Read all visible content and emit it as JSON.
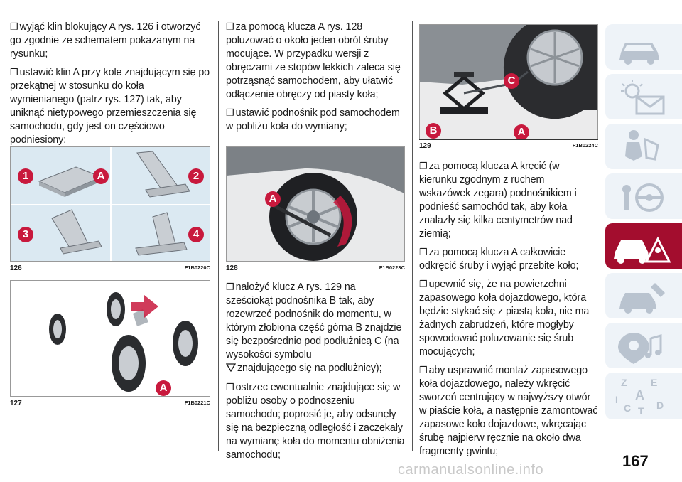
{
  "col1": {
    "p1": "wyjąć klin blokujący A rys. 126 i otworzyć go zgodnie ze schematem pokazanym na rysunku;",
    "p2": "ustawić klin A przy kole znajdującym się po przekątnej w stosunku do koła wymienianego (patrz rys. 127) tak, aby uniknąć nietypowego przemieszczenia się samochodu, gdy jest on częściowo podniesiony;"
  },
  "col2": {
    "p1": "za pomocą klucza A rys. 128 poluzować o około jeden obrót śruby mocujące. W przypadku wersji z obręczami ze stopów lekkich zaleca się potrząsnąć samochodem, aby ułatwić odłączenie obręczy od piasty koła;",
    "p2": "ustawić podnośnik pod samochodem w pobliżu koła do wymiany;",
    "p3a": "nałożyć klucz A rys. 129 na sześciokąt podnośnika B tak, aby rozewrzeć podnośnik do momentu, w którym żłobiona część górna B znajdzie się bezpośrednio pod podłużnicą C (na wysokości symbolu",
    "p3b": "znajdującego się na podłużnicy);",
    "p4": "ostrzec ewentualnie znajdujące się w pobliżu osoby o podnoszeniu samochodu; poprosić je, aby odsunęły się na bezpieczną odległość i zaczekały na wymianę koła do momentu obniżenia samochodu;"
  },
  "col3": {
    "p1": "za pomocą klucza A kręcić (w kierunku zgodnym z ruchem wskazówek zegara) podnośnikiem i podnieść samochód tak, aby koła znalazły się kilka centymetrów nad ziemią;",
    "p2": "za pomocą klucza A całkowicie odkręcić śruby i wyjąć przebite koło;",
    "p3": "upewnić się, że na powierzchni zapasowego koła dojazdowego, która będzie stykać się z piastą koła, nie ma żadnych zabrudzeń, które mogłyby spowodować poluzowanie się śrub mocujących;",
    "p4": "aby usprawnić montaż zapasowego koła dojazdowego, należy wkręcić sworzeń centrujący w najwyższy otwór w piaście koła, a następnie zamontować zapasowe koło dojazdowe, wkręcając śrubę najpierw ręcznie na około dwa fragmenty gwintu;"
  },
  "bullet": "❒",
  "figures": {
    "f126": {
      "num": "126",
      "code": "F1B0220C",
      "labels": [
        "1",
        "A",
        "2",
        "3",
        "4"
      ]
    },
    "f127": {
      "num": "127",
      "code": "F1B0221C",
      "labels": [
        "A"
      ]
    },
    "f128": {
      "num": "128",
      "code": "F1B0223C",
      "labels": [
        "A"
      ]
    },
    "f129": {
      "num": "129",
      "code": "F1B0224C",
      "labels": [
        "C",
        "B",
        "A"
      ]
    }
  },
  "sidebar": {
    "tabs": [
      "car-icon",
      "warning-lights-icon",
      "seat-airbag-icon",
      "steering-key-icon",
      "emergency-icon",
      "maintenance-icon",
      "multimedia-icon",
      "index-icon"
    ],
    "active_tab": "emergency-icon",
    "index_letters": [
      "Z",
      "E",
      "A",
      "C",
      "T",
      "D",
      "I"
    ]
  },
  "page_number": "167",
  "footer": "carmanualsonline.info",
  "colors": {
    "accent": "#c8193d",
    "sidebar_active": "#a30d2e",
    "sidebar_icon": "#b9c3cf"
  }
}
